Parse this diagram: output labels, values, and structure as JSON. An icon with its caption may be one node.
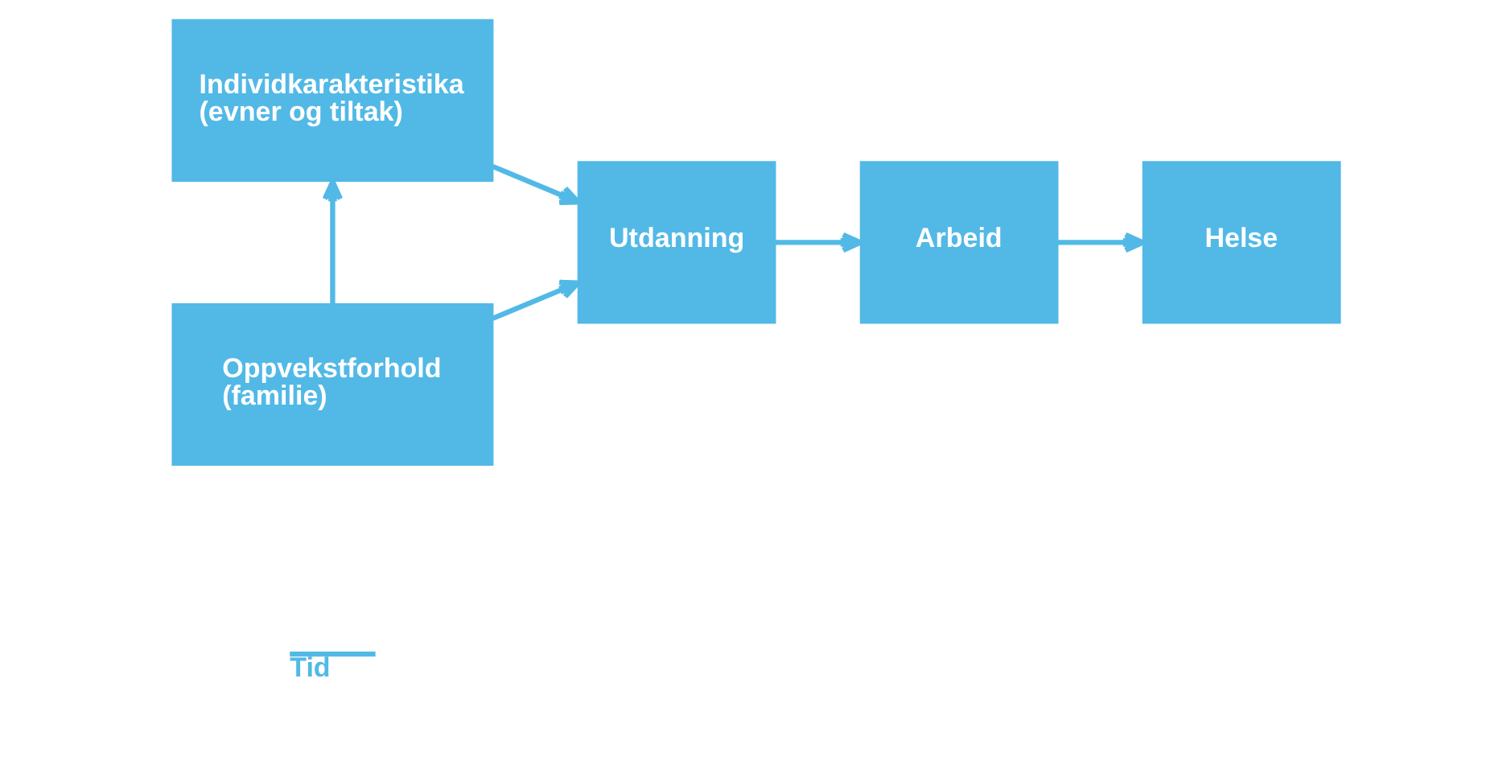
{
  "diagram": {
    "nodes": [
      {
        "text": [
          "Individkarakteristika (evner og tiltak)"
        ]
      },
      {
        "text": [
          "Oppvekstforhold (familie)"
        ]
      },
      {
        "text": [
          "Utdanning"
        ]
      },
      {
        "text": [
          "Arbeid"
        ]
      },
      {
        "text": [
          "Helse"
        ]
      }
    ],
    "edges": [
      {
        "from": 1,
        "to": 0,
        "arrow": "to"
      },
      {
        "from": 0,
        "to": 2,
        "arrow": "to"
      },
      {
        "from": 1,
        "to": 2,
        "arrow": "to"
      },
      {
        "from": 2,
        "to": 3,
        "arrow": "to"
      },
      {
        "from": 3,
        "to": 4,
        "arrow": "to"
      }
    ],
    "labels": [
      "Tid"
    ]
  }
}
